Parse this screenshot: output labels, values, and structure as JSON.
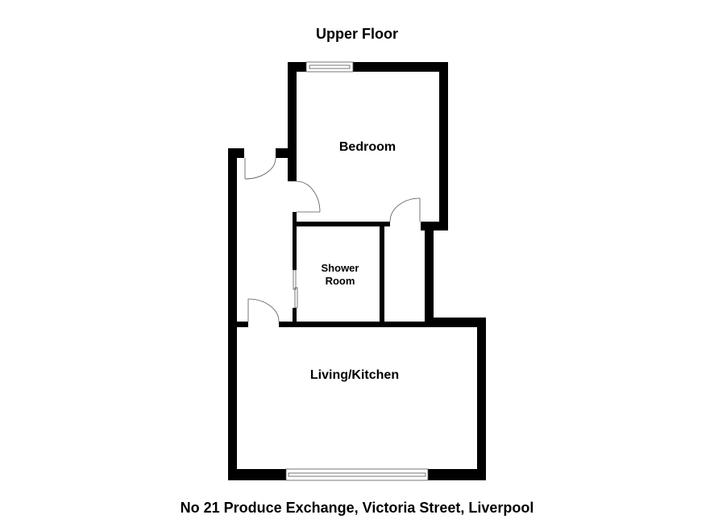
{
  "plan": {
    "floor_title": "Upper Floor",
    "address": "No 21 Produce Exchange, Victoria Street, Liverpool",
    "rooms": {
      "bedroom": "Bedroom",
      "shower_line1": "Shower",
      "shower_line2": "Room",
      "living": "Living/Kitchen"
    },
    "wall_color": "#000000"
  }
}
